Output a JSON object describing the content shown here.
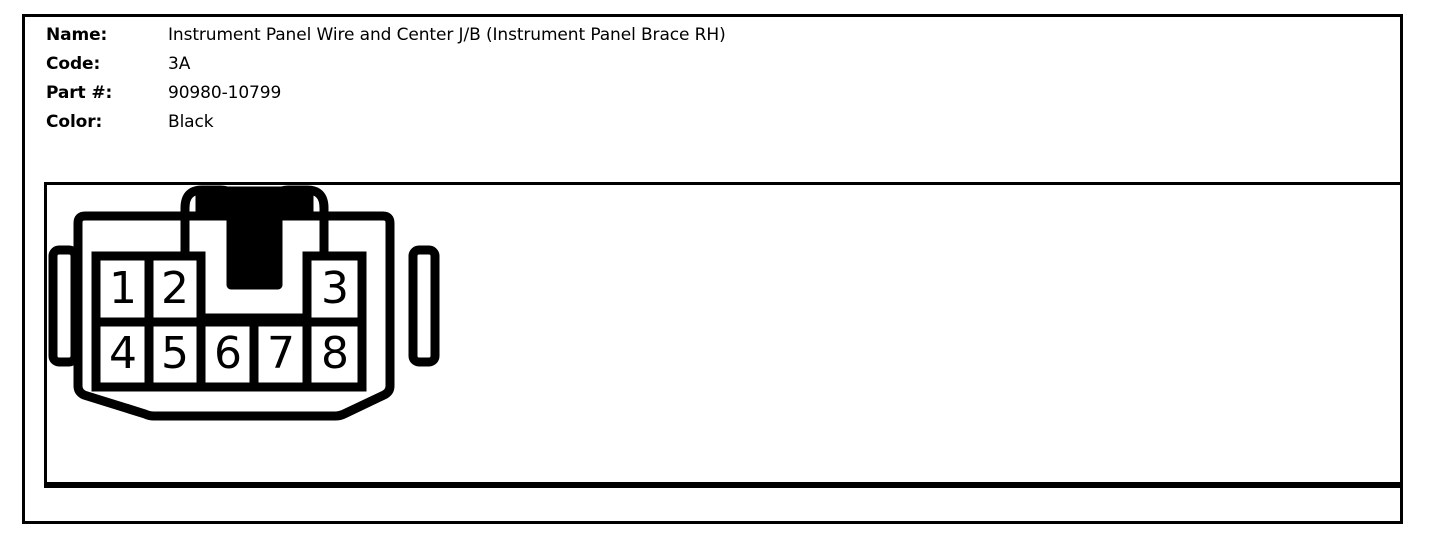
{
  "header": {
    "rows": [
      {
        "label": "Name:",
        "value": "Instrument Panel Wire and Center J/B (Instrument Panel Brace RH)"
      },
      {
        "label": "Code:",
        "value": "3A"
      },
      {
        "label": "Part #:",
        "value": "90980-10799"
      },
      {
        "label": "Color:",
        "value": "Black"
      }
    ]
  },
  "connector": {
    "pin_count": 8,
    "rows": [
      {
        "row": "top",
        "pins": [
          "1",
          "2",
          "3"
        ]
      },
      {
        "row": "bottom",
        "pins": [
          "4",
          "5",
          "6",
          "7",
          "8"
        ]
      }
    ],
    "pins": [
      "1",
      "2",
      "3",
      "4",
      "5",
      "6",
      "7",
      "8"
    ],
    "line_color": "#000000",
    "fill_color": "#ffffff"
  }
}
